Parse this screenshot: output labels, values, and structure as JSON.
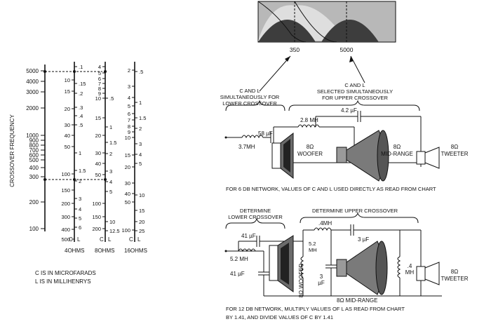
{
  "left_chart": {
    "axis_title": "CROSSOVER FREQUENCY",
    "freq_ticks": [
      "5000",
      "4000",
      "3000",
      "2000",
      "1000",
      "900",
      "800",
      "700",
      "600",
      "500",
      "400",
      "300",
      "200",
      "100"
    ],
    "col_4": {
      "c_ticks": [
        "10",
        "15",
        "20",
        "30",
        "40",
        "50",
        "100",
        "150",
        "200",
        "300",
        "400",
        "500"
      ],
      "l_ticks": [
        ".1",
        ".15",
        ".2",
        ".3",
        ".4",
        ".5",
        "1",
        "1.5",
        "2",
        "3",
        "4",
        "5",
        "6"
      ],
      "label_c": "C",
      "label_l": "L",
      "ohms": "4OHMS"
    },
    "col_8": {
      "c_ticks": [
        "4",
        "5",
        "6",
        "7",
        "8",
        "9",
        "10",
        "15",
        "20",
        "30",
        "40",
        "50",
        "100",
        "150",
        "200"
      ],
      "l_ticks": [
        ".5",
        "1",
        "1.5",
        "2",
        "3",
        "4",
        "5",
        "10",
        "12.5"
      ],
      "label_c": "C",
      "label_l": "L",
      "ohms": "8OHMS"
    },
    "col_16": {
      "c_ticks": [
        "2",
        "3",
        "4",
        "5",
        "6",
        "7",
        "8",
        "9",
        "10",
        "15",
        "20",
        "30",
        "40",
        "50",
        "100"
      ],
      "l_ticks": [
        ".5",
        "1",
        "1.5",
        "2",
        "3",
        "4",
        "5",
        "10",
        "15",
        "20",
        "25"
      ],
      "label_c": "C",
      "label_l": "L",
      "ohms": "16OHMS"
    },
    "note_c": "C IS IN MICROFARADS",
    "note_l": "L IS IN MILLIHENRYS"
  },
  "top_graph": {
    "crossover_low": "350",
    "crossover_high": "5000"
  },
  "six_db": {
    "label_lower": "C AND L\nSIMULTANEOUSLY FOR\nLOWER CROSSOVER",
    "label_upper": "C AND L\nSELECTED SIMULTANEOUSLY\nFOR UPPER CROSSOVER",
    "c1": "58 µF",
    "l1": "3.7MH",
    "l2": "2.8 MH",
    "c2": "4.2 µF",
    "woofer": "8Ω\nWOOFER",
    "midrange": "8Ω\nMID-RANGE",
    "tweeter": "8Ω\nTWEETER",
    "caption": "FOR 6 DB NETWORK, VALUES OF C AND L USED DIRECTLY AS READ FROM CHART"
  },
  "twelve_db": {
    "label_lower": "DETERMINE\nLOWER CROSSOVER",
    "label_upper": "DETERMINE UPPER CROSSOVER",
    "c1": "41 µF",
    "l1": "5.2 MH",
    "c3": "41 µF",
    "l2": ".4MH",
    "l3": "5.2\nMH",
    "c2": "3 µF",
    "c4": "3\nµF",
    "l4": ".4\nMH",
    "woofer": "8Ω WOOFER",
    "midrange": "8Ω MID-RANGE",
    "tweeter": "8Ω\nTWEETER",
    "caption1": "FOR 12 DB NETWORK, MULTIPLY VALUES OF L AS READ FROM CHART",
    "caption2": "BY 1.41, AND DIVIDE VALUES OF C BY 1.41"
  }
}
